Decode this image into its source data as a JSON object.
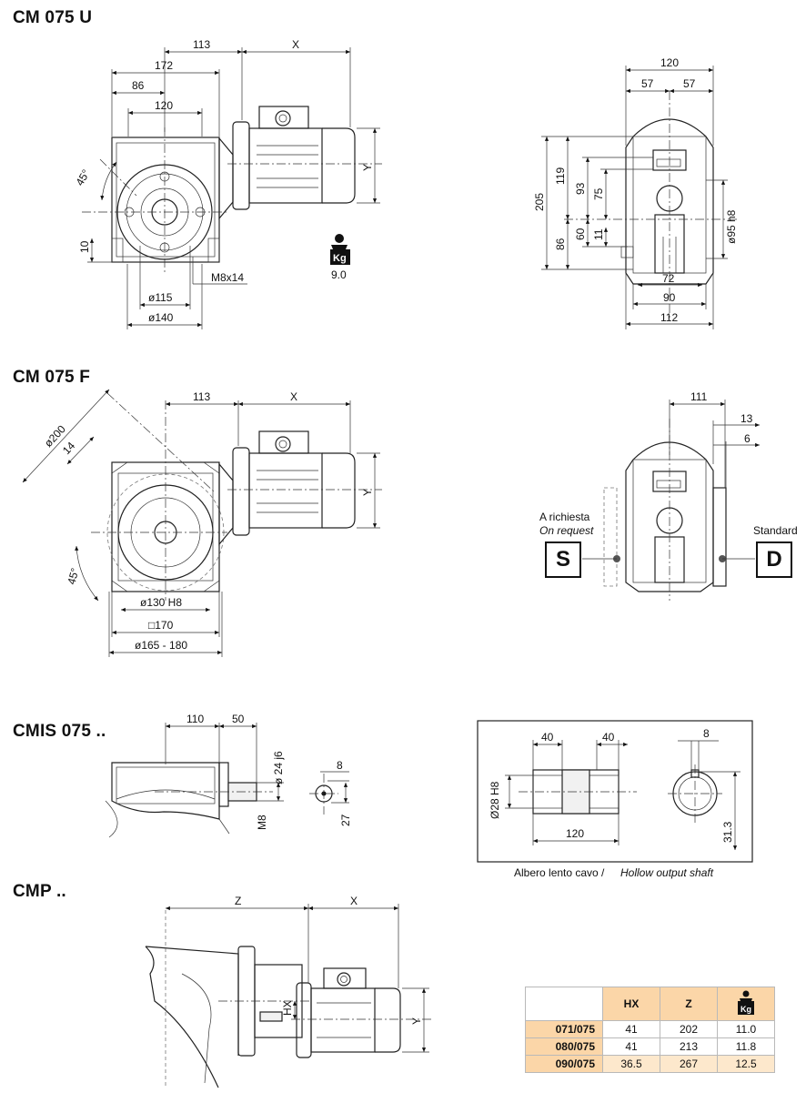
{
  "sections": {
    "u": "CM 075 U",
    "f": "CM 075 F",
    "cmis": "CMIS 075 ..",
    "cmp": "CMP .."
  },
  "cm075u": {
    "dim_113": "113",
    "dim_x": "X",
    "dim_172": "172",
    "dim_86": "86",
    "dim_120": "120",
    "angle_45": "45°",
    "dim_10": "10",
    "dim_y": "Y",
    "dim_m8x14": "M8x14",
    "dim_d115": "ø115",
    "dim_d140": "ø140",
    "weight": "9.0",
    "kg": "Kg",
    "side": {
      "dim_120": "120",
      "dim_57a": "57",
      "dim_57b": "57",
      "dim_205": "205",
      "dim_119": "119",
      "dim_86": "86",
      "dim_93": "93",
      "dim_75": "75",
      "dim_60": "60",
      "dim_11": "11",
      "dim_d95": "ø95 h8",
      "dim_72": "72",
      "dim_90": "90",
      "dim_112": "112"
    }
  },
  "cm075f": {
    "dim_113": "113",
    "dim_x": "X",
    "dim_d200": "ø200",
    "dim_14": "14",
    "angle_45": "45°",
    "dim_y": "Y",
    "dim_d130": "ø130 H8",
    "dim_sq170": "□170",
    "dim_d165": "ø165 - 180",
    "side": {
      "dim_111": "111",
      "dim_13": "13",
      "dim_6": "6",
      "on_request_it": "A richiesta",
      "on_request_en": "On request",
      "standard": "Standard",
      "badge_s": "S",
      "badge_d": "D"
    }
  },
  "cmis": {
    "dim_110": "110",
    "dim_50": "50",
    "dim_d24": "ø 24 j6",
    "dim_m8": "M8",
    "dim_8": "8",
    "dim_27": "27"
  },
  "hollow": {
    "dim_40a": "40",
    "dim_40b": "40",
    "dim_d28": "Ø28 H8",
    "dim_120": "120",
    "dim_8": "8",
    "dim_31_3": "31.3",
    "caption_it": "Albero lento cavo /",
    "caption_en": "Hollow output shaft"
  },
  "cmp": {
    "dim_z": "Z",
    "dim_x": "X",
    "dim_hx": "HX",
    "dim_y": "Y",
    "table": {
      "headers": [
        "HX",
        "Z",
        "Kg"
      ],
      "rows": [
        {
          "model": "071/075",
          "hx": "41",
          "z": "202",
          "kg": "11.0"
        },
        {
          "model": "080/075",
          "hx": "41",
          "z": "213",
          "kg": "11.8"
        },
        {
          "model": "090/075",
          "hx": "36.5",
          "z": "267",
          "kg": "12.5"
        }
      ]
    }
  }
}
